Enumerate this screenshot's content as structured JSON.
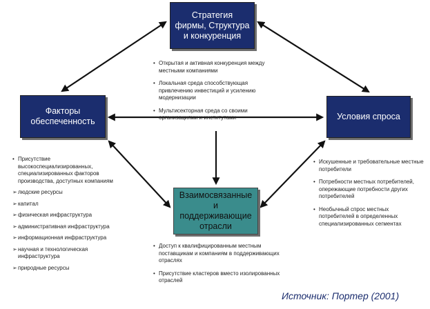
{
  "boxes": {
    "top": {
      "lines": [
        "Стратегия",
        "фирмы, Структура",
        "и конкуренция"
      ]
    },
    "left": {
      "lines": [
        "Факторы",
        "обеспеченность"
      ]
    },
    "right": {
      "lines": [
        "Условия спроса"
      ]
    },
    "center": {
      "lines": [
        "Взаимосвязанные",
        "и",
        "поддерживающие",
        "отрасли"
      ]
    }
  },
  "lists": {
    "top": [
      "Открытая и активная конкуренция между местными компаниями",
      "Локальная среда способствующая привлечению инвестиций и усилению модернизации",
      "Мультисекторная среда со своими организациями и институтами"
    ],
    "left": [
      "Присутствие высокоспециализированных, специализированных факторов производства, доступных компаниям",
      "людские ресурсы",
      "капитал",
      "физическая инфраструктура",
      "административная инфраструктура",
      "информационная инфраструктура",
      "научная и технологическая инфраструктура",
      "природные ресурсы"
    ],
    "right": [
      "Искушенные и требовательные местные потребители",
      "Потребности местных потребителей, опережающие потребности других потребителей",
      "Необычный спрос местных потребителей в определенных специализированных сегментах"
    ],
    "bottom": [
      "Доступ к квалифицированным местным поставщикам и компаниям в поддерживающих отраслях",
      "Присутствие кластеров вместо изолированных отраслей"
    ]
  },
  "source": "Источник: Портер (2001)",
  "colors": {
    "box_dark": "#1b2d6e",
    "box_light": "#3a8c8c",
    "arrow": "#111111"
  }
}
